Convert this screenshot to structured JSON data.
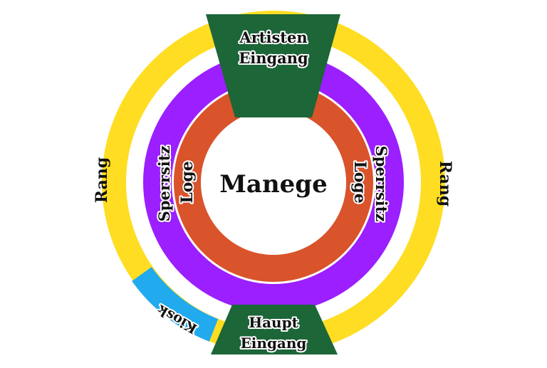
{
  "center": {
    "label": "Manege"
  },
  "rings": {
    "rang": {
      "label_left": "Rang",
      "label_right": "Rang",
      "color": "#FFDD22"
    },
    "sperrsitz": {
      "label_left": "Sperrsitz",
      "label_right": "Sperrsitz",
      "color": "#9B1FFF"
    },
    "loge": {
      "label_left": "Loge",
      "label_right": "Loge",
      "color": "#D9532B"
    },
    "kiosk": {
      "label": "Kiosk",
      "color": "#22AAEE"
    }
  },
  "entrances": {
    "artisten": {
      "line1": "Artisten",
      "line2": "Eingang",
      "color": "#1C6638"
    },
    "haupt": {
      "line1": "Haupt",
      "line2": "Eingang",
      "color": "#1C6638"
    }
  }
}
